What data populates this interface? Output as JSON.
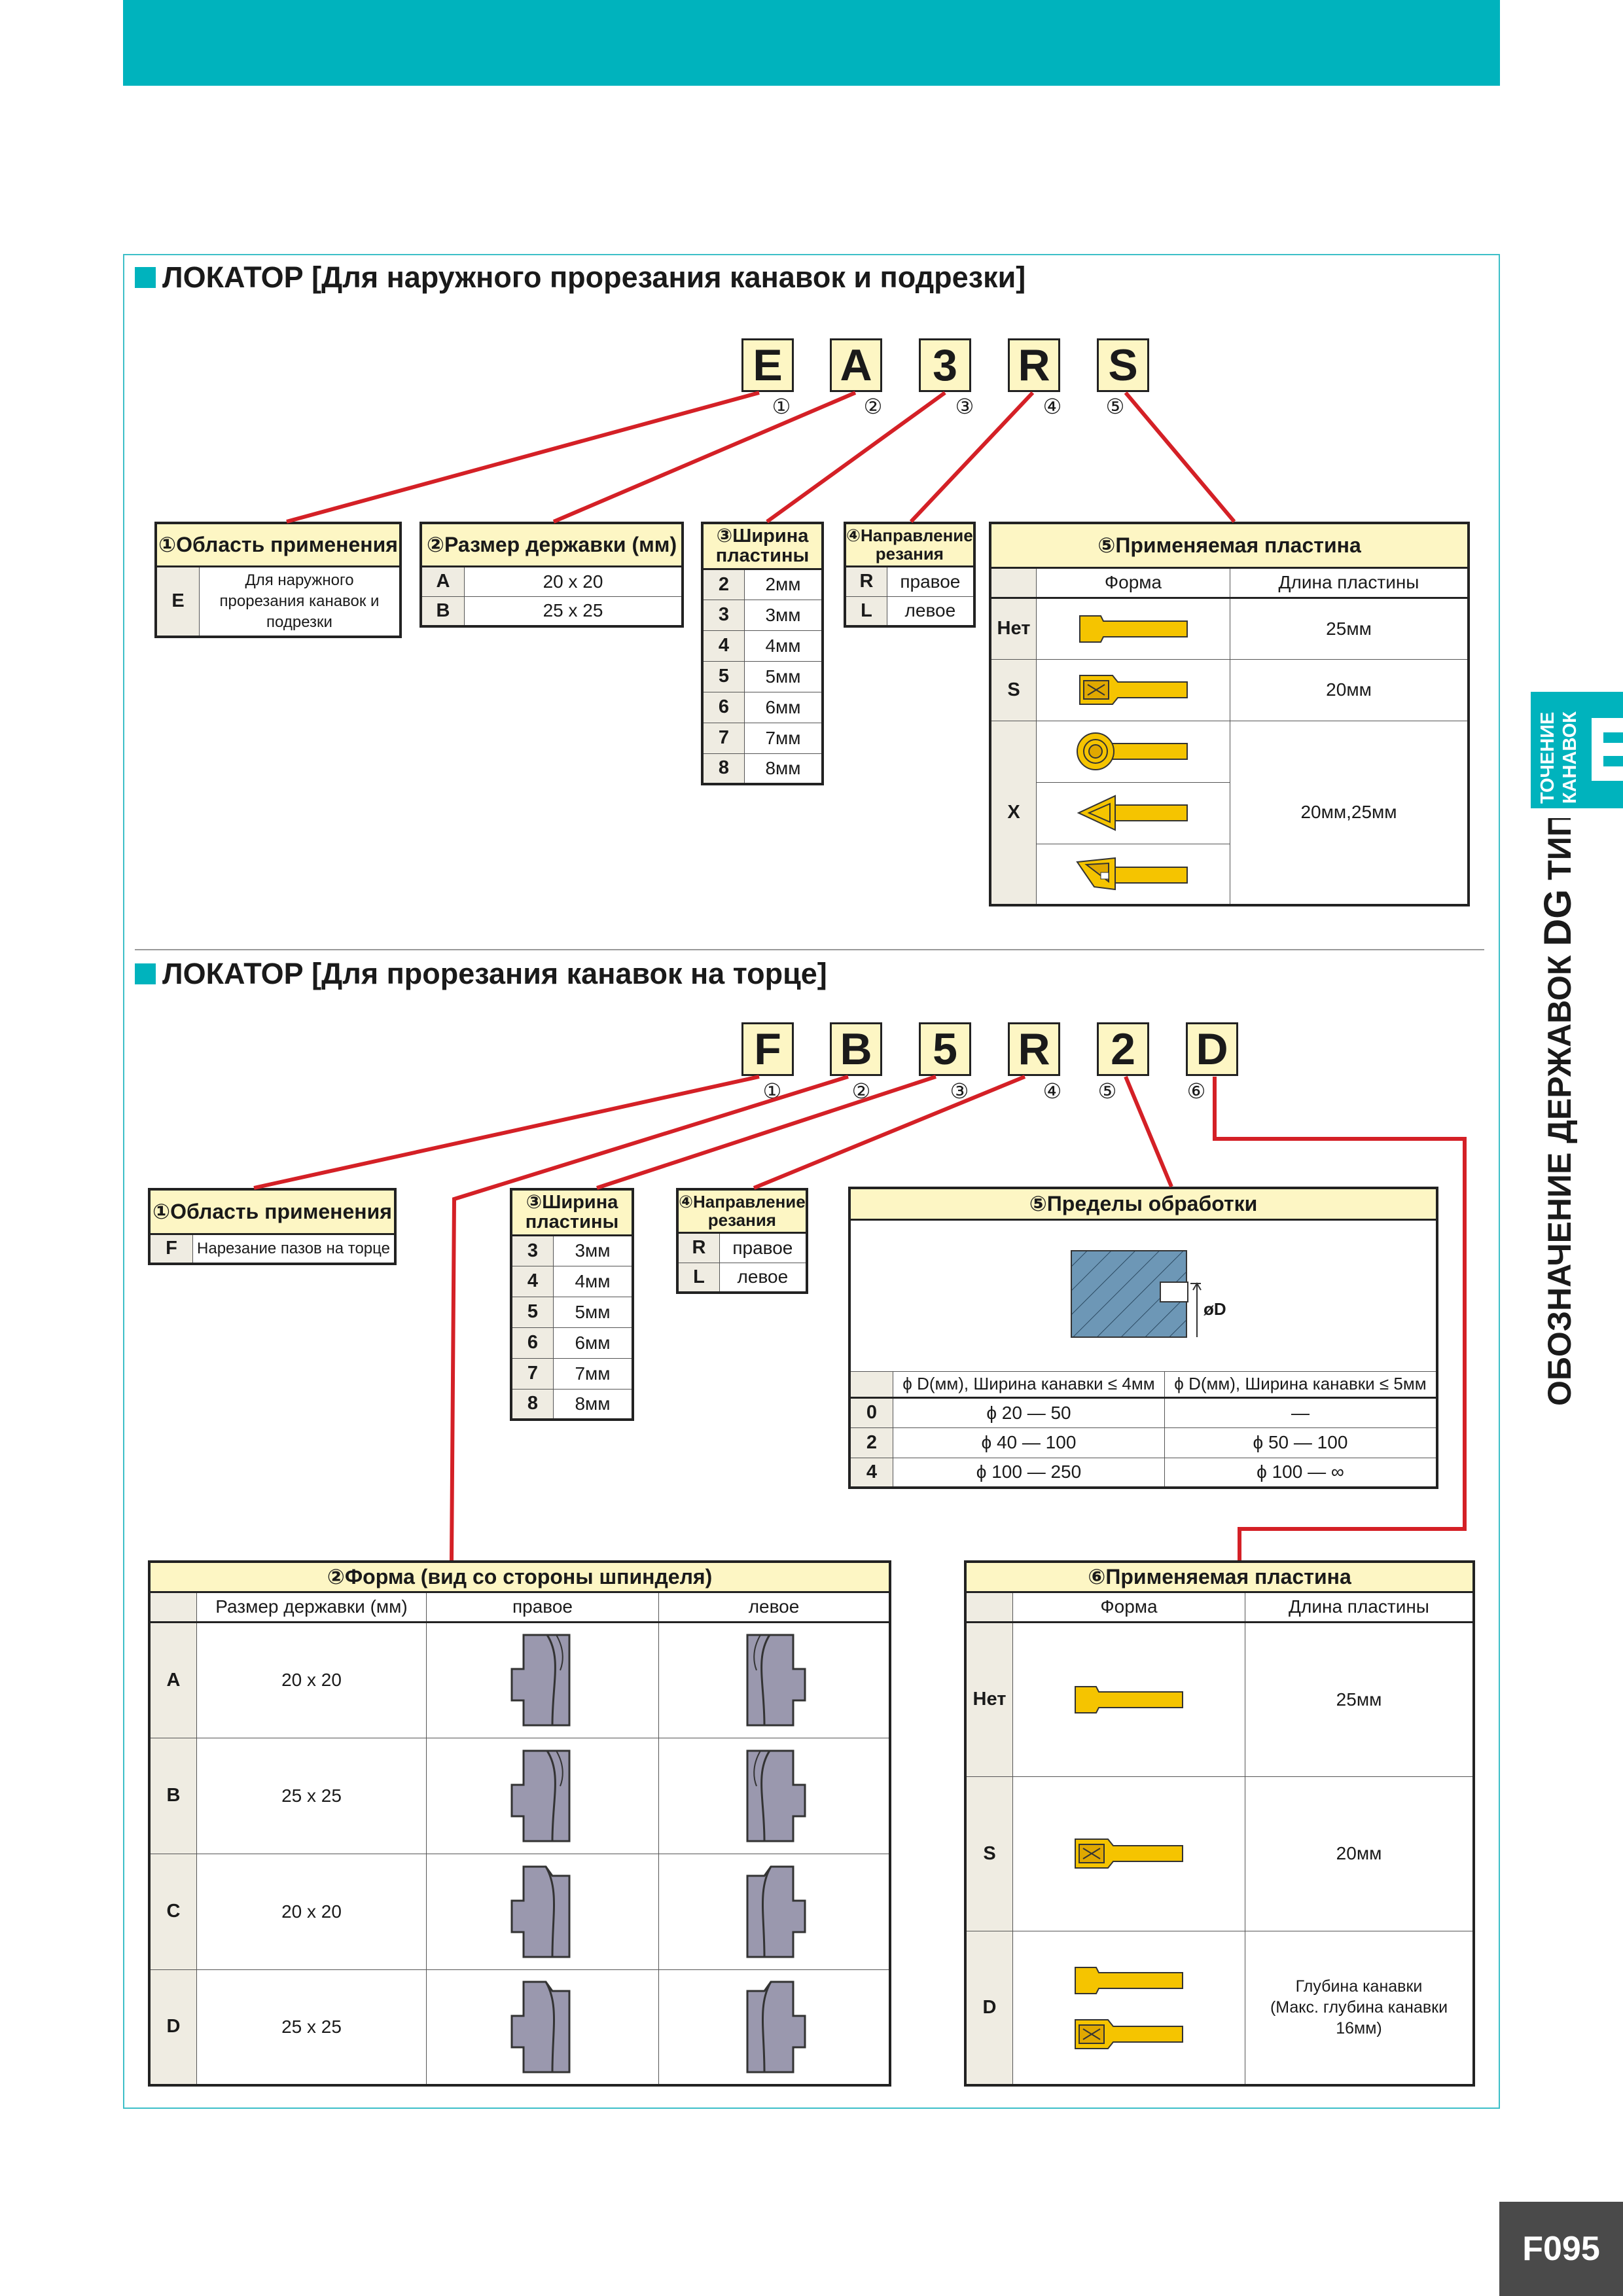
{
  "page_number": "F095",
  "side_tab": {
    "label_line1": "ТОЧЕНИЕ",
    "label_line2": "КАНАВОК",
    "letter": "E"
  },
  "side_title": {
    "part1": "ОБОЗНАЧЕНИЕ ДЕРЖАВОК ",
    "part2": "DG",
    "part3": " ТИПА"
  },
  "section1": {
    "title": "ЛОКАТОР [Для наружного прорезания канавок и подрезки]",
    "code": [
      "E",
      "A",
      "3",
      "R",
      "S"
    ],
    "nums": [
      "①",
      "②",
      "③",
      "④",
      "⑤"
    ],
    "area": {
      "header": "①Область применения",
      "rows": [
        {
          "key": "E",
          "value": "Для наружного прорезания канавок и подрезки"
        }
      ]
    },
    "holder": {
      "header": "②Размер державки (мм)",
      "rows": [
        {
          "key": "A",
          "value": "20 x 20"
        },
        {
          "key": "B",
          "value": "25 x 25"
        }
      ]
    },
    "width": {
      "header": "③Ширина пластины",
      "rows": [
        {
          "key": "2",
          "value": "2мм"
        },
        {
          "key": "3",
          "value": "3мм"
        },
        {
          "key": "4",
          "value": "4мм"
        },
        {
          "key": "5",
          "value": "5мм"
        },
        {
          "key": "6",
          "value": "6мм"
        },
        {
          "key": "7",
          "value": "7мм"
        },
        {
          "key": "8",
          "value": "8мм"
        }
      ]
    },
    "direction": {
      "header": "④Направление резания",
      "rows": [
        {
          "key": "R",
          "value": "правое"
        },
        {
          "key": "L",
          "value": "левое"
        }
      ]
    },
    "insert": {
      "header": "⑤Применяемая пластина",
      "col_shape": "Форма",
      "col_length": "Длина пластины",
      "rows": [
        {
          "key": "Нет",
          "length": "25мм"
        },
        {
          "key": "S",
          "length": "20мм"
        },
        {
          "key": "X",
          "length": "20мм,25мм"
        }
      ]
    }
  },
  "section2": {
    "title": "ЛОКАТОР [Для прорезания канавок на торце]",
    "code": [
      "F",
      "B",
      "5",
      "R",
      "2",
      "D"
    ],
    "nums": [
      "①",
      "②",
      "③",
      "④",
      "⑤",
      "⑥"
    ],
    "area": {
      "header": "①Область применения",
      "rows": [
        {
          "key": "F",
          "value": "Нарезание пазов на торце"
        }
      ]
    },
    "width": {
      "header": "③Ширина пластины",
      "rows": [
        {
          "key": "3",
          "value": "3мм"
        },
        {
          "key": "4",
          "value": "4мм"
        },
        {
          "key": "5",
          "value": "5мм"
        },
        {
          "key": "6",
          "value": "6мм"
        },
        {
          "key": "7",
          "value": "7мм"
        },
        {
          "key": "8",
          "value": "8мм"
        }
      ]
    },
    "direction": {
      "header": "④Направление резания",
      "rows": [
        {
          "key": "R",
          "value": "правое"
        },
        {
          "key": "L",
          "value": "левое"
        }
      ]
    },
    "limits": {
      "header": "⑤Пределы обработки",
      "diagram_label": "øD",
      "col1": "ϕ D(мм), Ширина канавки ≤ 4мм",
      "col2": "ϕ D(мм), Ширина канавки ≤ 5мм",
      "rows": [
        {
          "key": "0",
          "c1": "ϕ 20 ― 50",
          "c2": "―"
        },
        {
          "key": "2",
          "c1": "ϕ 40 ― 100",
          "c2": "ϕ 50 ― 100"
        },
        {
          "key": "4",
          "c1": "ϕ 100 ― 250",
          "c2": "ϕ 100 ― ∞"
        }
      ]
    },
    "shape": {
      "header": "②Форма (вид со стороны шпинделя)",
      "col_size": "Размер державки (мм)",
      "col_right": "правое",
      "col_left": "левое",
      "rows": [
        {
          "key": "A",
          "size": "20 x 20"
        },
        {
          "key": "B",
          "size": "25 x 25"
        },
        {
          "key": "C",
          "size": "20 x 20"
        },
        {
          "key": "D",
          "size": "25 x 25"
        }
      ]
    },
    "insert": {
      "header": "⑥Применяемая пластина",
      "col_shape": "Форма",
      "col_length": "Длина пластины",
      "rows": [
        {
          "key": "Нет",
          "length": "25мм"
        },
        {
          "key": "S",
          "length": "20мм"
        },
        {
          "key": "D",
          "length_line1": "Глубина канавки",
          "length_line2": "(Макс. глубина канавки 16мм)"
        }
      ]
    }
  },
  "colors": {
    "accent": "#00b3bd",
    "leader_line": "#d42026",
    "header_fill": "#fdf6c4",
    "insert_yellow": "#f5c400",
    "holder_grey": "#9a98ae",
    "hatch_blue": "#6d97b6"
  }
}
